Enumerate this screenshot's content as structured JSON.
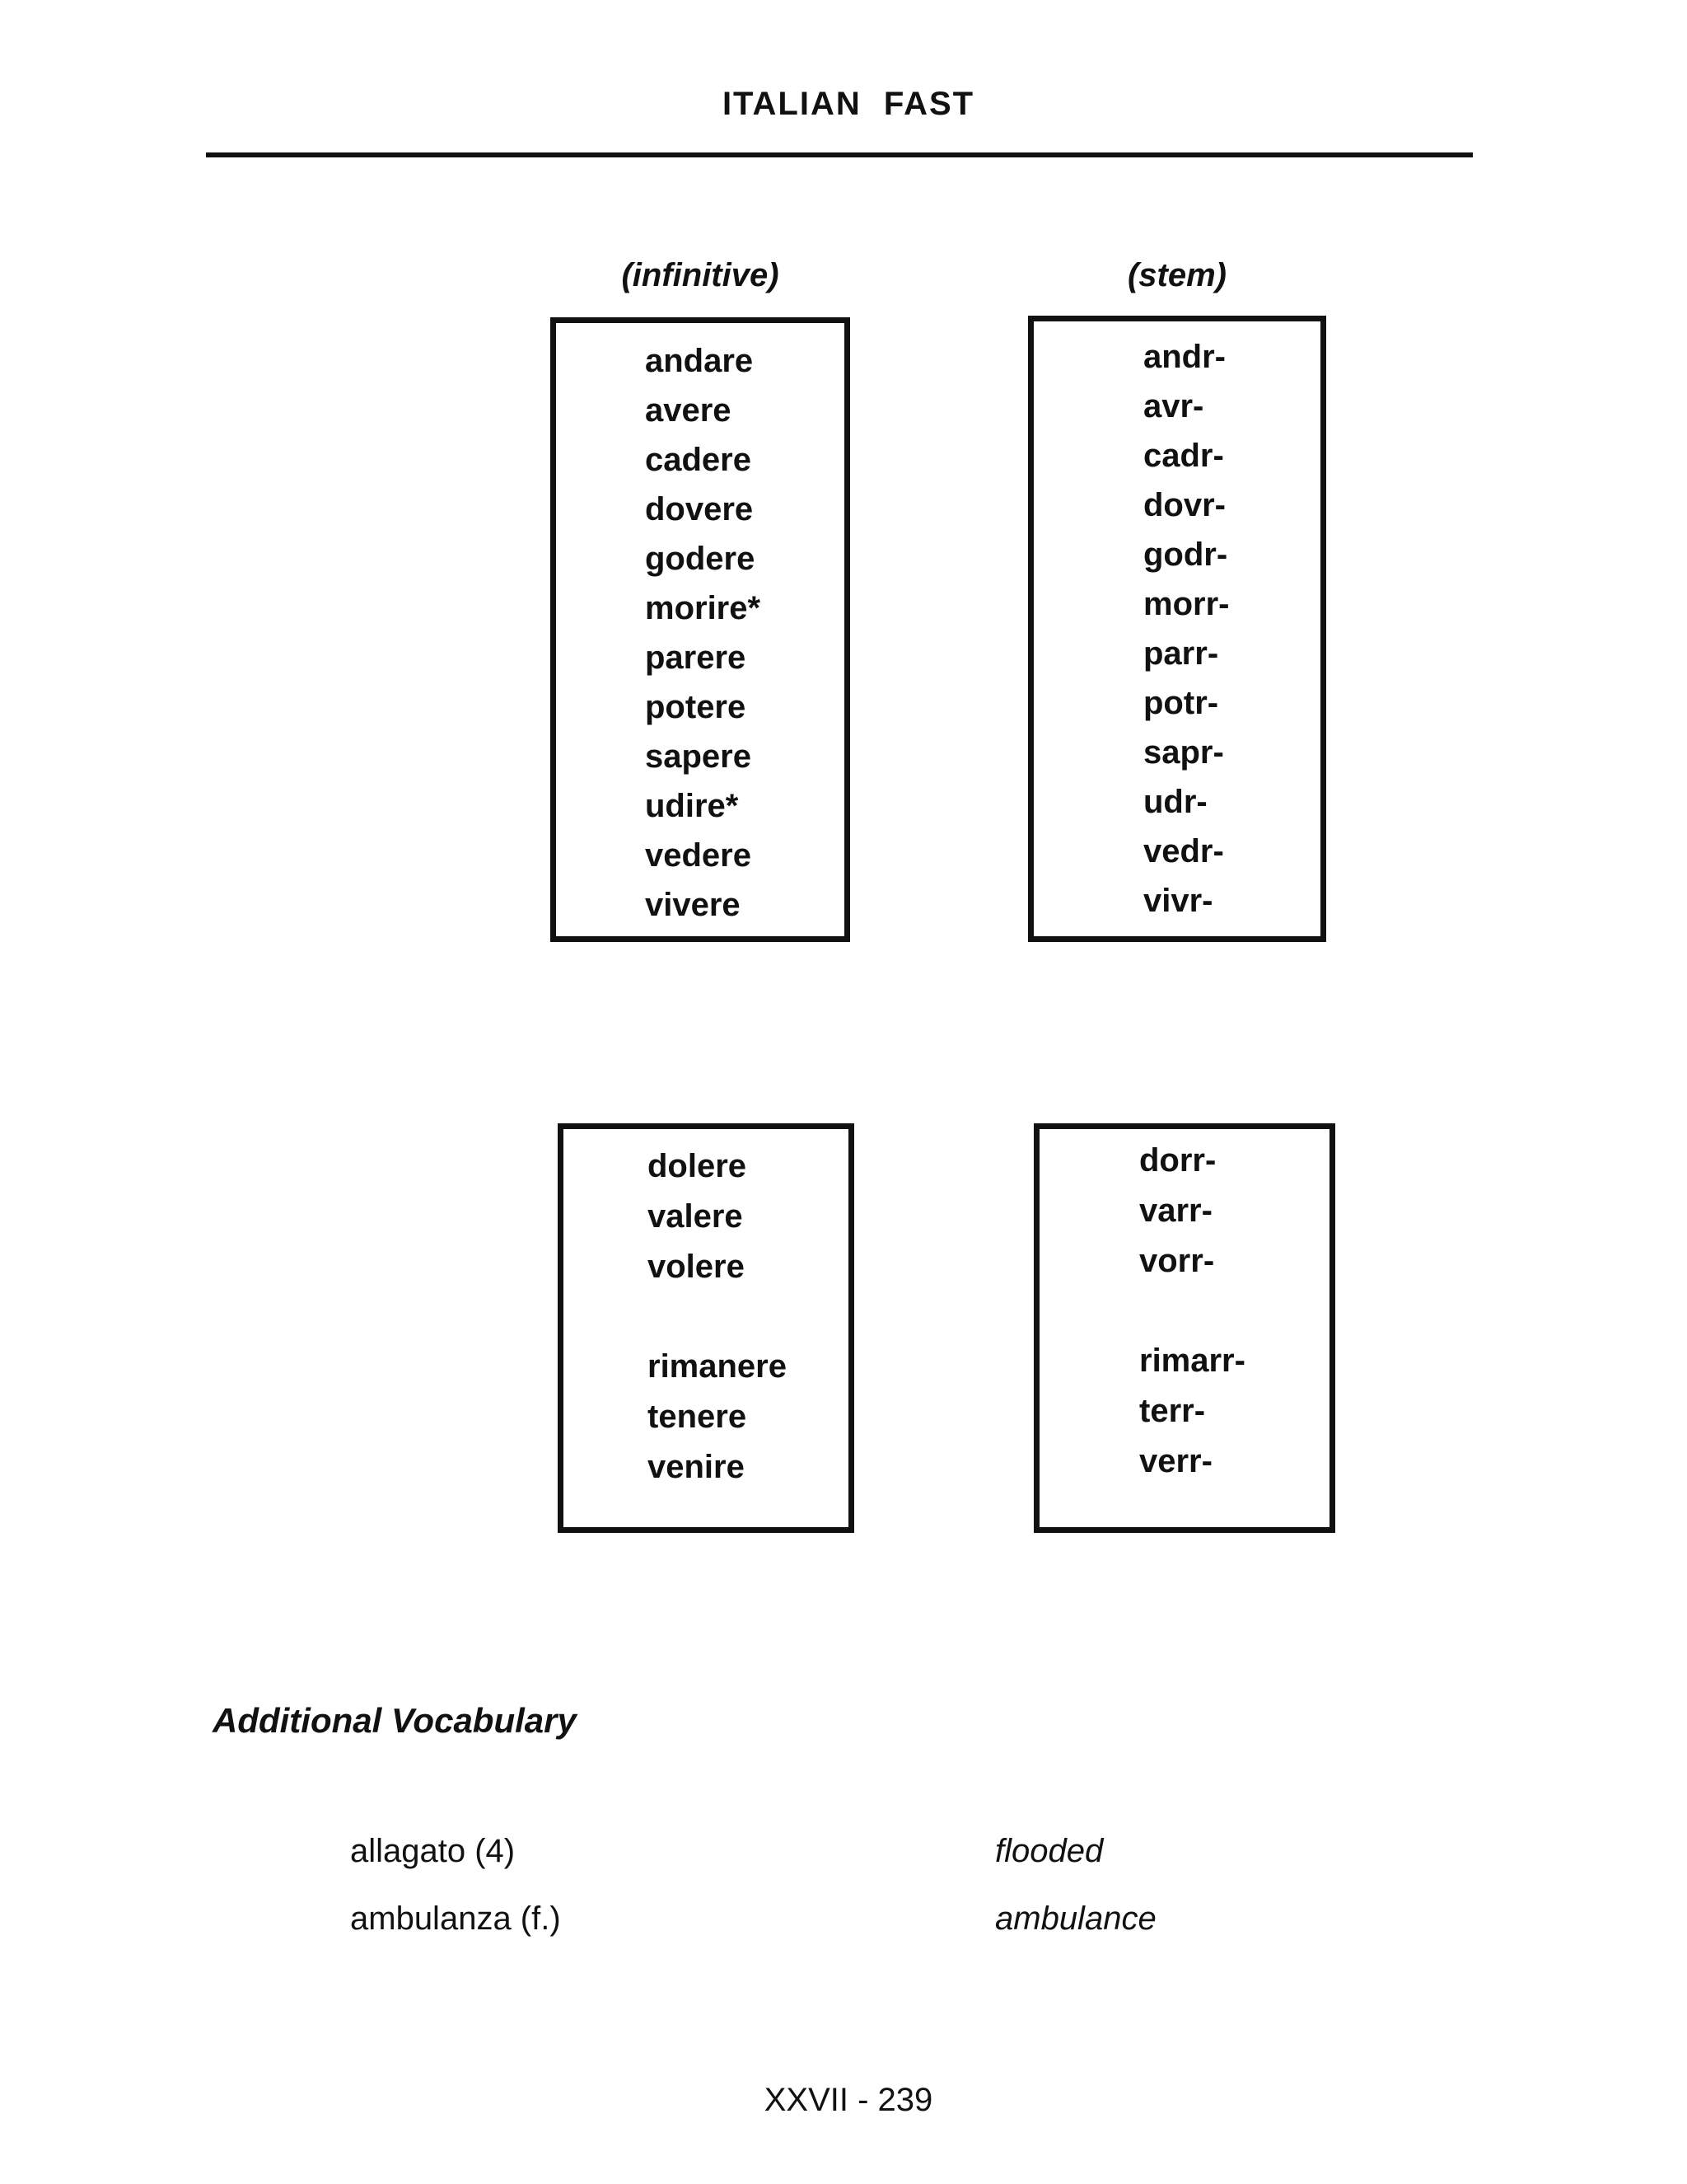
{
  "page": {
    "title": "ITALIAN FAST",
    "footer": "XXVII - 239"
  },
  "columns": {
    "left_header": "(infinitive)",
    "right_header": "(stem)"
  },
  "box1": {
    "infinitives": [
      "andare",
      "avere",
      "cadere",
      "dovere",
      "godere",
      "morire*",
      "parere",
      "potere",
      "sapere",
      "udire*",
      "vedere",
      "vivere"
    ],
    "stems": [
      "andr-",
      "avr-",
      "cadr-",
      "dovr-",
      "godr-",
      "morr-",
      "parr-",
      "potr-",
      "sapr-",
      "udr-",
      "vedr-",
      "vivr-"
    ]
  },
  "box2": {
    "infinitives_group1": [
      "dolere",
      "valere",
      "volere"
    ],
    "infinitives_group2": [
      "rimanere",
      "tenere",
      "venire"
    ],
    "stems_group1": [
      "dorr-",
      "varr-",
      "vorr-"
    ],
    "stems_group2": [
      "rimarr-",
      "terr-",
      "verr-"
    ]
  },
  "additional_vocabulary": {
    "heading": "Additional Vocabulary",
    "entries": [
      {
        "term": "allagato (4)",
        "translation": "flooded"
      },
      {
        "term": "ambulanza (f.)",
        "translation": "ambulance"
      }
    ]
  },
  "colors": {
    "ink": "#111111",
    "paper": "#ffffff"
  }
}
